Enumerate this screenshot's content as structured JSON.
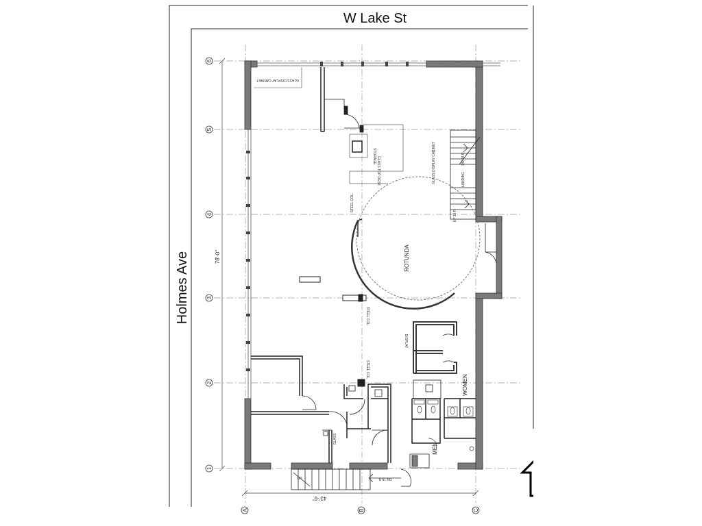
{
  "streets": {
    "north": "W Lake St",
    "west": "Holmes Ave"
  },
  "grid": {
    "rows": [
      "6",
      "5",
      "4",
      "3",
      "2",
      "1"
    ],
    "columns": [
      "A",
      "B",
      "C"
    ]
  },
  "dimensions": {
    "vertical": "78'-0\"",
    "horizontal": "43'-6\""
  },
  "rooms": {
    "rotunda": "ROTUNDA",
    "men": "MEN",
    "women": "WOMEN",
    "display": "DISPLAY",
    "landing": "LANDING"
  },
  "annotations": {
    "glass_display_cabinet_nw": "GLASS DISPLAY CABINET",
    "glass_top_desk": "GLASS TOP DESK",
    "glass_display_cabinet_ne": "GLASS DISPLAY CABINET",
    "steel_col_1": "STEEL COL.",
    "steel_col_2": "STEEL COL.",
    "steel_col_3": "STEEL COL.",
    "storage": "STORAGE",
    "glass": "GLASS",
    "up_18r": "UP 18 R",
    "dn_18r": "DN 18 R",
    "dn_18r_top": "DN 18 R",
    "up": "UP"
  },
  "colors": {
    "wall": "#7a7a7a",
    "line": "#222222",
    "grid": "#9a9a9a"
  }
}
